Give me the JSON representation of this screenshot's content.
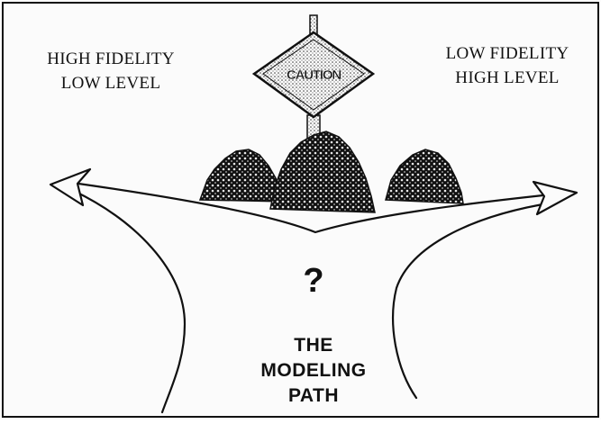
{
  "left_label": {
    "line1": "HIGH FIDELITY",
    "line2": "LOW LEVEL"
  },
  "right_label": {
    "line1": "LOW FIDELITY",
    "line2": "HIGH LEVEL"
  },
  "sign": {
    "text": "CAUTION"
  },
  "center": {
    "question": "?"
  },
  "path_title": {
    "line1": "THE",
    "line2": "MODELING",
    "line3": "PATH"
  },
  "icons": [
    "caution-sign-icon",
    "bush-icon",
    "left-arrow-icon",
    "right-arrow-icon"
  ],
  "colors": {
    "ink": "#111111",
    "paper": "#fbfbfb"
  }
}
